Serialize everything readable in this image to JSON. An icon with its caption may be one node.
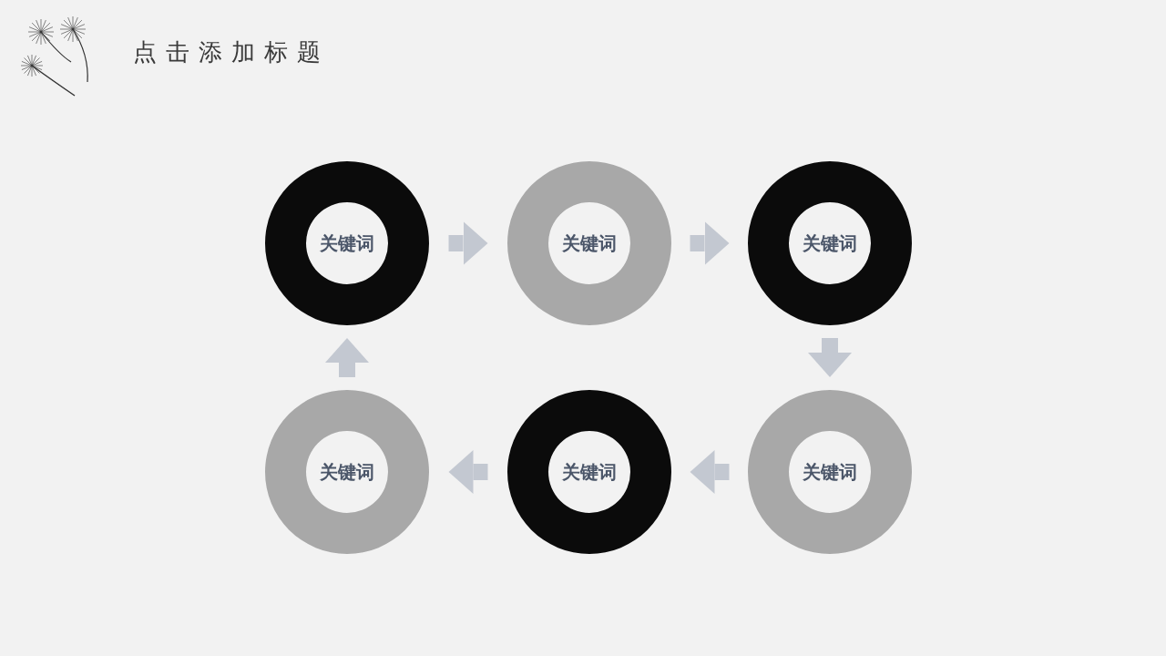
{
  "diagram": {
    "title": "点击添加标题",
    "nodes": [
      {
        "text": [
          "关键词"
        ]
      },
      {
        "text": [
          "关键词"
        ]
      },
      {
        "text": [
          "关键词"
        ]
      },
      {
        "text": [
          "关键词"
        ]
      },
      {
        "text": [
          "关键词"
        ]
      },
      {
        "text": [
          "关键词"
        ]
      }
    ],
    "edges": [
      {
        "from": 0,
        "to": 1,
        "arrow": "to"
      },
      {
        "from": 1,
        "to": 2,
        "arrow": "to"
      },
      {
        "from": 2,
        "to": 5,
        "arrow": "to"
      },
      {
        "from": 5,
        "to": 4,
        "arrow": "to"
      },
      {
        "from": 4,
        "to": 3,
        "arrow": "to"
      },
      {
        "from": 3,
        "to": 0,
        "arrow": "to"
      }
    ]
  }
}
